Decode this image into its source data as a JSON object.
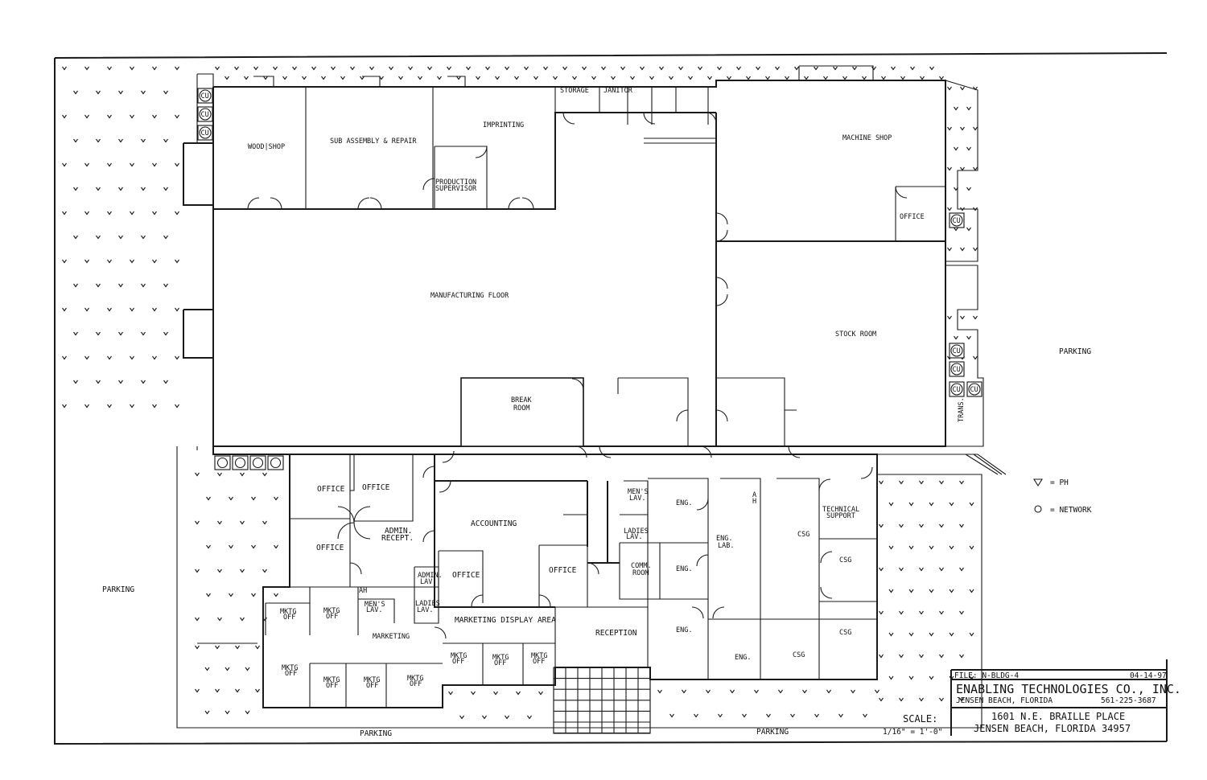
{
  "rooms": {
    "wood_shop": "WOOD|SHOP",
    "sub_assembly": "SUB ASSEMBLY & REPAIR",
    "imprinting": "IMPRINTING",
    "production_supervisor_1": "PRODUCTION",
    "production_supervisor_2": "SUPERVISOR",
    "storage": "STORAGE",
    "janitor": "JANITOR",
    "machine_shop": "MACHINE SHOP",
    "office_machine": "OFFICE",
    "manufacturing_floor": "MANUFACTURING FLOOR",
    "stock_room": "STOCK ROOM",
    "break_room_1": "BREAK",
    "break_room_2": "ROOM",
    "office_a": "OFFICE",
    "office_b": "OFFICE",
    "office_c": "OFFICE",
    "admin_recept_1": "ADMIN.",
    "admin_recept_2": "RECEPT.",
    "accounting": "ACCOUNTING",
    "office_d": "OFFICE",
    "office_e": "OFFICE",
    "admin_lav_1": "ADMIN.",
    "admin_lav_2": "LAV.",
    "ah_a": "AH",
    "mens_lav_a_1": "MEN'S",
    "mens_lav_a_2": "LAV.",
    "ladies_lav_a_1": "LADIES",
    "ladies_lav_a_2": "LAV.",
    "marketing_display": "MARKETING DISPLAY AREA",
    "marketing": "MARKETING",
    "mktg_off_1": "MKTG",
    "mktg_off_2": "OFF",
    "reception": "RECEPTION",
    "mens_lav_b_1": "MEN'S",
    "mens_lav_b_2": "LAV.",
    "ladies_lav_b_1": "LADIES",
    "ladies_lav_b_2": "LAV.",
    "comm_room_1": "COMM.",
    "comm_room_2": "ROOM",
    "eng": "ENG.",
    "eng_lab_1": "ENG.",
    "eng_lab_2": "LAB.",
    "csg": "CSG",
    "tech_support_1": "TECHNICAL",
    "tech_support_2": "SUPPORT",
    "ah_b_1": "A",
    "ah_b_2": "H",
    "trans": "TRANS."
  },
  "site": {
    "parking": "PARKING",
    "cu": "CU"
  },
  "legend": {
    "phone": "= PH",
    "network": "= NETWORK"
  },
  "title_block": {
    "file": "FILE: N-BLDG-4",
    "date": "04-14-97",
    "company": "ENABLING TECHNOLOGIES CO., INC.",
    "company_city": "JENSEN BEACH, FLORIDA",
    "phone": "561-225-3687",
    "address_1": "1601 N.E. BRAILLE PLACE",
    "address_2": "JENSEN BEACH, FLORIDA 34957",
    "scale_label": "SCALE:",
    "scale_value": "1/16\" = 1'-0\""
  }
}
